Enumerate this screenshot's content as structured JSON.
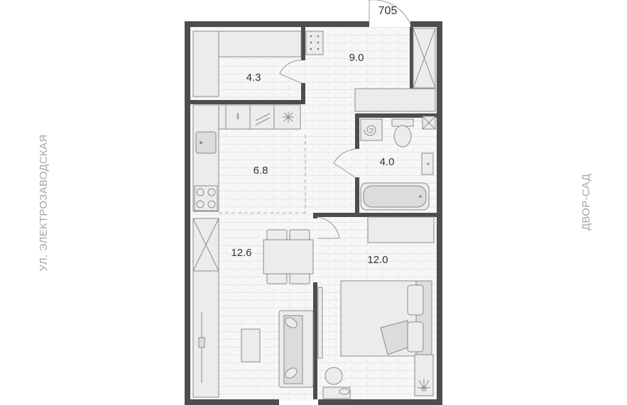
{
  "plan": {
    "apartment_number": "705",
    "street_left": "УЛ. ЭЛЕКТРОЗАВОДСКАЯ",
    "street_right": "ДВОР-САД",
    "rooms": {
      "storage": "4.3",
      "hall": "9.0",
      "kitchen": "6.8",
      "bathroom": "4.0",
      "living": "12.6",
      "bedroom": "12.0"
    },
    "colors": {
      "wall": "#4d4d4d",
      "floor": "#f5f5f5",
      "fixture": "#ececec",
      "label": "#333333",
      "street_text": "#a6a6a6"
    }
  }
}
